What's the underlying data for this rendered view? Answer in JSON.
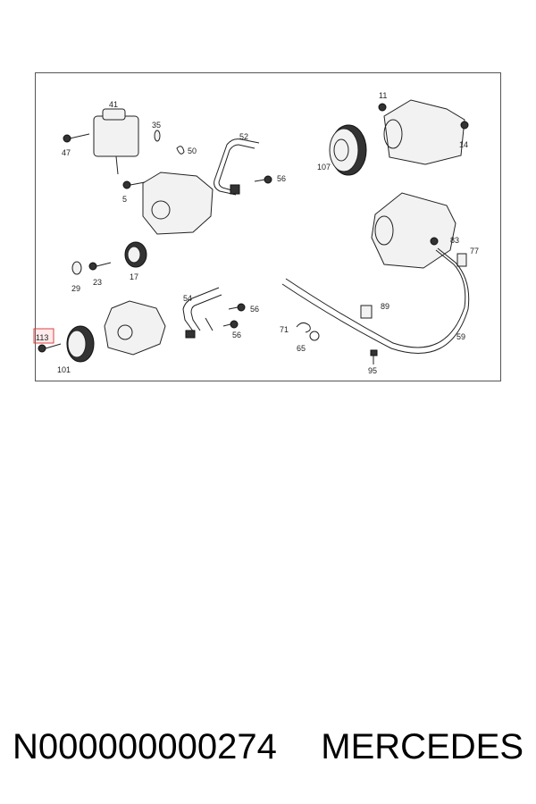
{
  "diagram": {
    "part_labels": {
      "p41": "41",
      "p35": "35",
      "p47": "47",
      "p50": "50",
      "p52": "52",
      "p56a": "56",
      "p5": "5",
      "p11": "11",
      "p14": "14",
      "p107": "107",
      "p83": "83",
      "p77": "77",
      "p29": "29",
      "p23": "23",
      "p17": "17",
      "p54": "54",
      "p56b": "56",
      "p56c": "56",
      "p89": "89",
      "p71": "71",
      "p65": "65",
      "p59": "59",
      "p95": "95",
      "p101": "101",
      "p113": "113"
    },
    "highlight_color": "#e04040"
  },
  "footer": {
    "part_number": "N000000000274",
    "brand": "MERCEDES"
  }
}
